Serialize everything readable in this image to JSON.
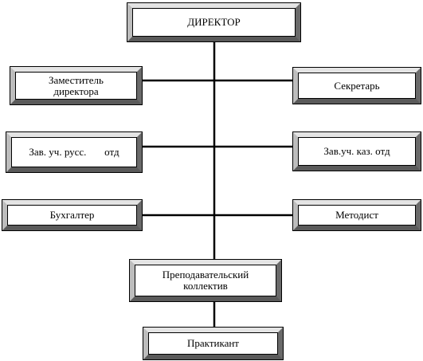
{
  "org_chart": {
    "director": "ДИРЕКТОР",
    "deputy_director": "Заместитель\nдиректора",
    "secretary": "Секретарь",
    "head_russian_dept": "Зав. уч. русс.       отд",
    "head_kazakh_dept": "Зав.уч. каз. отд",
    "accountant": "Бухгалтер",
    "methodologist": "Методист",
    "teaching_staff": "Преподавательский\nколлектив",
    "intern": "Практикант"
  }
}
